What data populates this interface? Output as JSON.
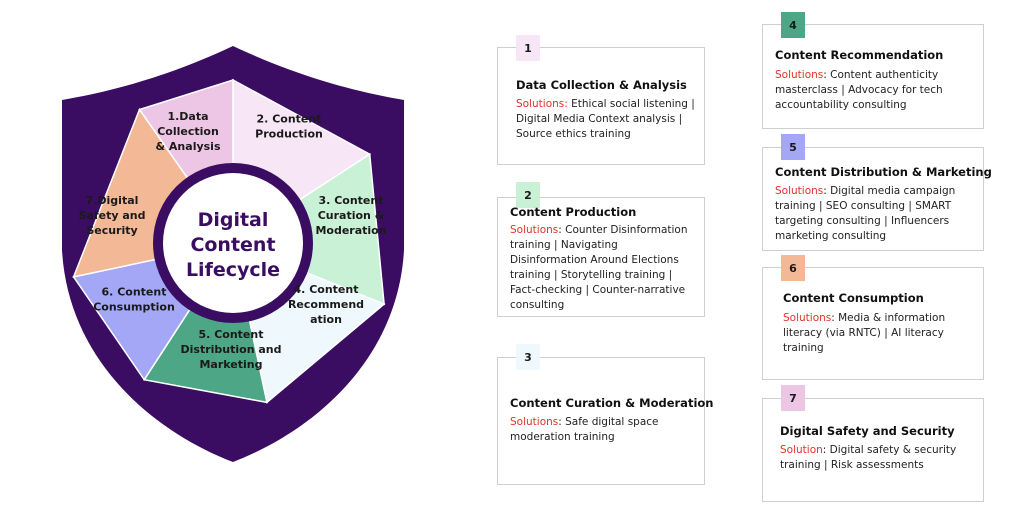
{
  "colors": {
    "shield": "#3a0d63",
    "center_text": "#3a0d63",
    "solutions_label": "#e0332b",
    "seg1": "#f7e6f6",
    "seg2": "#c9f1d6",
    "seg3": "#eef8fd",
    "seg4": "#4da685",
    "seg5": "#a3a7f6",
    "seg6": "#f3b896",
    "seg7": "#edc6e6"
  },
  "wheel": {
    "center_title": [
      "Digital",
      "Content",
      "Lifecycle"
    ],
    "segments": [
      {
        "lines": [
          "1.Data",
          "Collection",
          "& Analysis"
        ]
      },
      {
        "lines": [
          "2. Content",
          "Production"
        ]
      },
      {
        "lines": [
          "3. Content",
          "Curation &",
          "Moderation"
        ]
      },
      {
        "lines": [
          "4. Content",
          "Recommend",
          "ation"
        ]
      },
      {
        "lines": [
          "5. Content",
          "Distribution and",
          "Marketing"
        ]
      },
      {
        "lines": [
          "6. Content",
          "Consumption"
        ]
      },
      {
        "lines": [
          "7.Digital",
          "Safety and",
          "Security"
        ]
      }
    ]
  },
  "cards": [
    {
      "num": "1",
      "title": "Data Collection & Analysis",
      "sol_label": "Solutions:",
      "sol_text": " Ethical social listening | Digital Media Context analysis | Source ethics training"
    },
    {
      "num": "2",
      "title": "Content Production",
      "sol_label": "Solutions",
      "sol_text": ": Counter Disinformation training | Navigating Disinformation Around Elections training | Storytelling training | Fact-checking | Counter-narrative consulting"
    },
    {
      "num": "3",
      "title": "Content Curation & Moderation",
      "sol_label": "Solutions",
      "sol_text": ": Safe digital space moderation training"
    },
    {
      "num": "4",
      "title": "Content Recommendation",
      "sol_label": "Solutions",
      "sol_text": ": Content authenticity masterclass | Advocacy for tech accountability consulting"
    },
    {
      "num": "5",
      "title": "Content Distribution & Marketing",
      "sol_label": "Solutions",
      "sol_text": ": Digital media campaign training | SEO consulting | SMART targeting consulting | Influencers marketing consulting"
    },
    {
      "num": "6",
      "title": "Content Consumption",
      "sol_label": "Solutions",
      "sol_text": ": Media & information literacy (via RNTC) | AI literacy training"
    },
    {
      "num": "7",
      "title": "Digital Safety and Security",
      "sol_label": "Solution",
      "sol_text": ": Digital safety & security training | Risk assessments"
    }
  ]
}
